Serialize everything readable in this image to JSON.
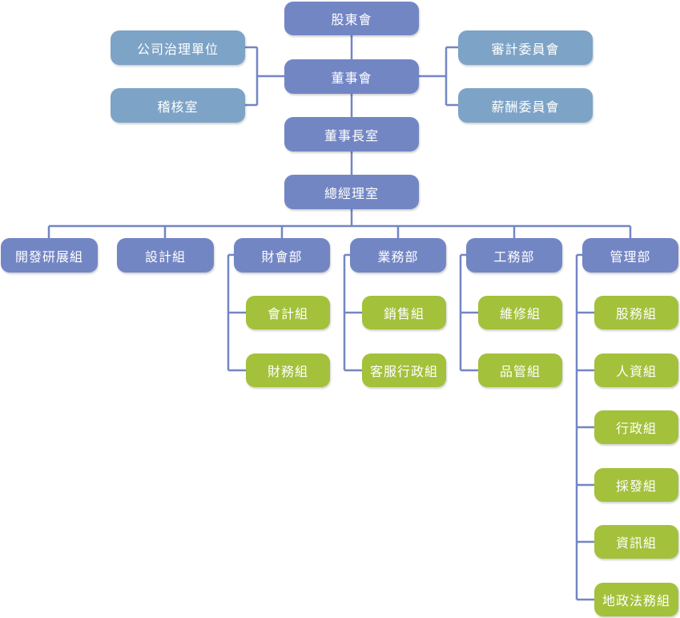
{
  "colors": {
    "main": "#7386c4",
    "side": "#7da3c7",
    "group": "#a3c13b",
    "line": "#7386c4",
    "text": "#ffffff"
  },
  "top": {
    "shareholders": "股東會",
    "board": "董事會",
    "chairman_office": "董事長室",
    "gm_office": "總經理室"
  },
  "left": {
    "governance": "公司治理單位",
    "audit_office": "稽核室"
  },
  "right": {
    "audit_committee": "審計委員會",
    "compensation_committee": "薪酬委員會"
  },
  "departments": [
    {
      "label": "開發研展組",
      "groups": []
    },
    {
      "label": "設計組",
      "groups": []
    },
    {
      "label": "財會部",
      "groups": [
        "會計組",
        "財務組"
      ]
    },
    {
      "label": "業務部",
      "groups": [
        "銷售組",
        "客服行政組"
      ]
    },
    {
      "label": "工務部",
      "groups": [
        "維修組",
        "品管組"
      ]
    },
    {
      "label": "管理部",
      "groups": [
        "股務組",
        "人資組",
        "行政組",
        "採發組",
        "資訊組",
        "地政法務組"
      ]
    }
  ]
}
